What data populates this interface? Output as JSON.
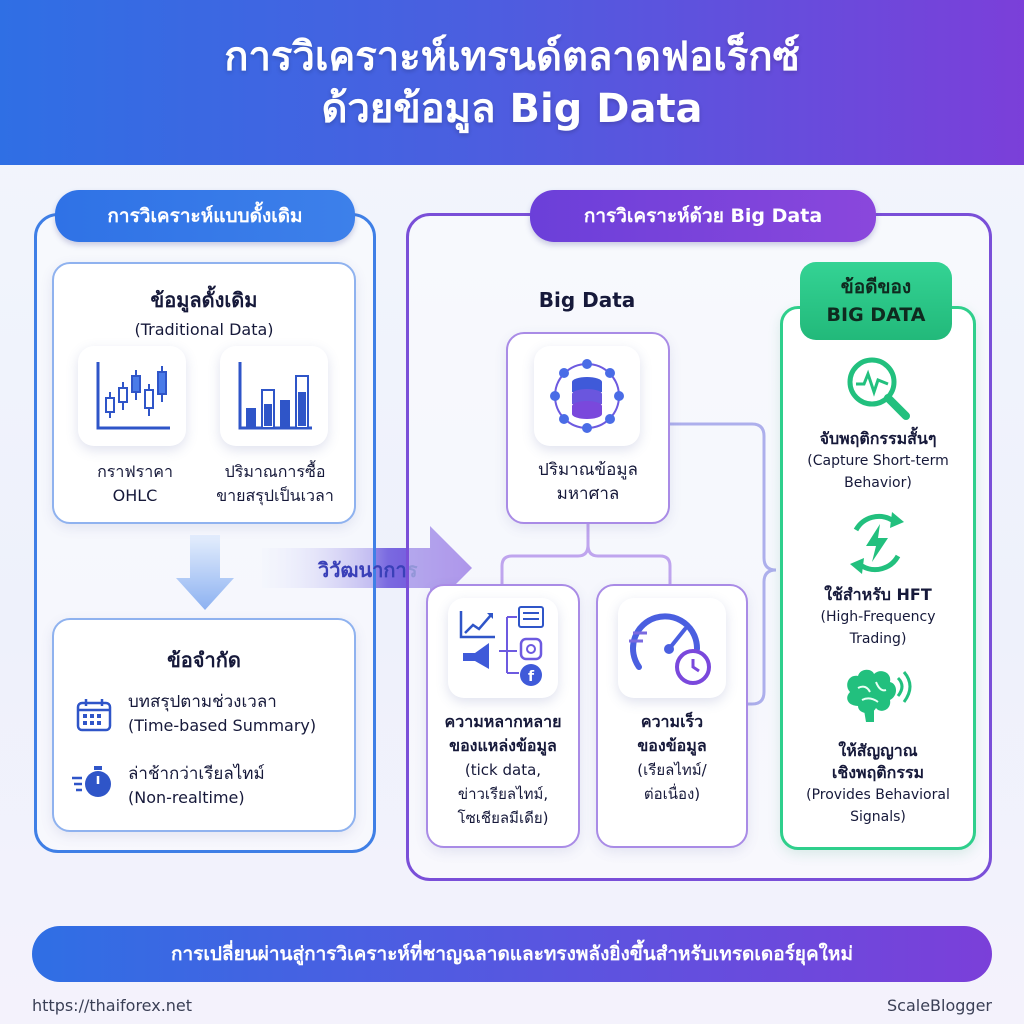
{
  "header": {
    "title_line1": "การวิเคราะห์เทรนด์ตลาดฟอเร็กซ์",
    "title_line2": "ด้วยข้อมูล Big Data"
  },
  "traditional": {
    "section_label": "การวิเคราะห์แบบดั้งเดิม",
    "data_card": {
      "title": "ข้อมูลดั้งเดิม",
      "subtitle": "(Traditional Data)",
      "items": [
        {
          "icon": "candlestick-chart-icon",
          "label_line1": "กราฟราคา",
          "label_line2": "OHLC"
        },
        {
          "icon": "bar-chart-icon",
          "label_line1": "ปริมาณการซื้อ",
          "label_line2": "ขายสรุปเป็นเวลา"
        }
      ]
    },
    "limits_card": {
      "title": "ข้อจำกัด",
      "items": [
        {
          "icon": "calendar-icon",
          "label": "บทสรุปตามช่วงเวลา",
          "sub": "(Time-based Summary)"
        },
        {
          "icon": "stopwatch-icon",
          "label": "ล่าช้ากว่าเรียลไทม์",
          "sub": "(Non-realtime)"
        }
      ]
    }
  },
  "evolution_label": "วิวัฒนาการ",
  "bigdata": {
    "section_label": "การวิเคราะห์ด้วย Big Data",
    "heading": "Big Data",
    "volume": {
      "icon": "database-network-icon",
      "line1": "ปริมาณข้อมูล",
      "line2": "มหาศาล"
    },
    "variety": {
      "icon": "data-sources-icon",
      "line1": "ความหลากหลาย",
      "line2": "ของแหล่งข้อมูล",
      "sub1": "(tick data,",
      "sub2": "ข่าวเรียลไทม์,",
      "sub3": "โซเชียลมีเดีย)"
    },
    "velocity": {
      "icon": "speedometer-clock-icon",
      "line1": "ความเร็ว",
      "line2": "ของข้อมูล",
      "sub1": "(เรียลไทม์/",
      "sub2": "ต่อเนื่อง)"
    }
  },
  "advantages": {
    "title_line1": "ข้อดีของ",
    "title_line2": "BIG DATA",
    "items": [
      {
        "icon": "magnifier-pulse-icon",
        "title": "จับพฤติกรรมสั้นๆ",
        "sub1": "(Capture Short-term",
        "sub2": "Behavior)"
      },
      {
        "icon": "lightning-arrows-icon",
        "title": "ใช้สำหรับ HFT",
        "sub1": "(High-Frequency",
        "sub2": "Trading)"
      },
      {
        "icon": "brain-signal-icon",
        "title": "ให้สัญญาณ",
        "title2": "เชิงพฤติกรรม",
        "sub1": "(Provides Behavioral",
        "sub2": "Signals)"
      }
    ]
  },
  "banner": "การเปลี่ยนผ่านสู่การวิเคราะห์ที่ชาญฉลาดและทรงพลังยิ่งขึ้นสำหรับเทรดเดอร์ยุคใหม่",
  "footer": {
    "url": "https://thaiforex.net",
    "brand": "ScaleBlogger"
  },
  "colors": {
    "blue": "#2f6fe4",
    "purple": "#7b3fd9",
    "green": "#2fcf8c"
  }
}
